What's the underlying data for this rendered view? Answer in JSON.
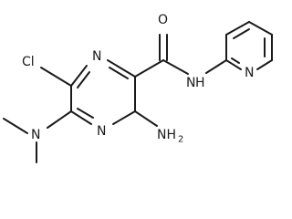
{
  "molecule": {
    "atom_labels": {
      "chlorine": "Cl",
      "carbonyl_oxygen": "O",
      "pyrazine_n1": "N",
      "pyrazine_n4": "N",
      "amide_nh": "N",
      "amide_h": "H",
      "pyridine_n": "N",
      "dimethylamino_n": "N",
      "amino": "NH",
      "amino_subscript": "2"
    }
  },
  "colors": {
    "ink": "#1a1a1a",
    "background": "#ffffff"
  }
}
